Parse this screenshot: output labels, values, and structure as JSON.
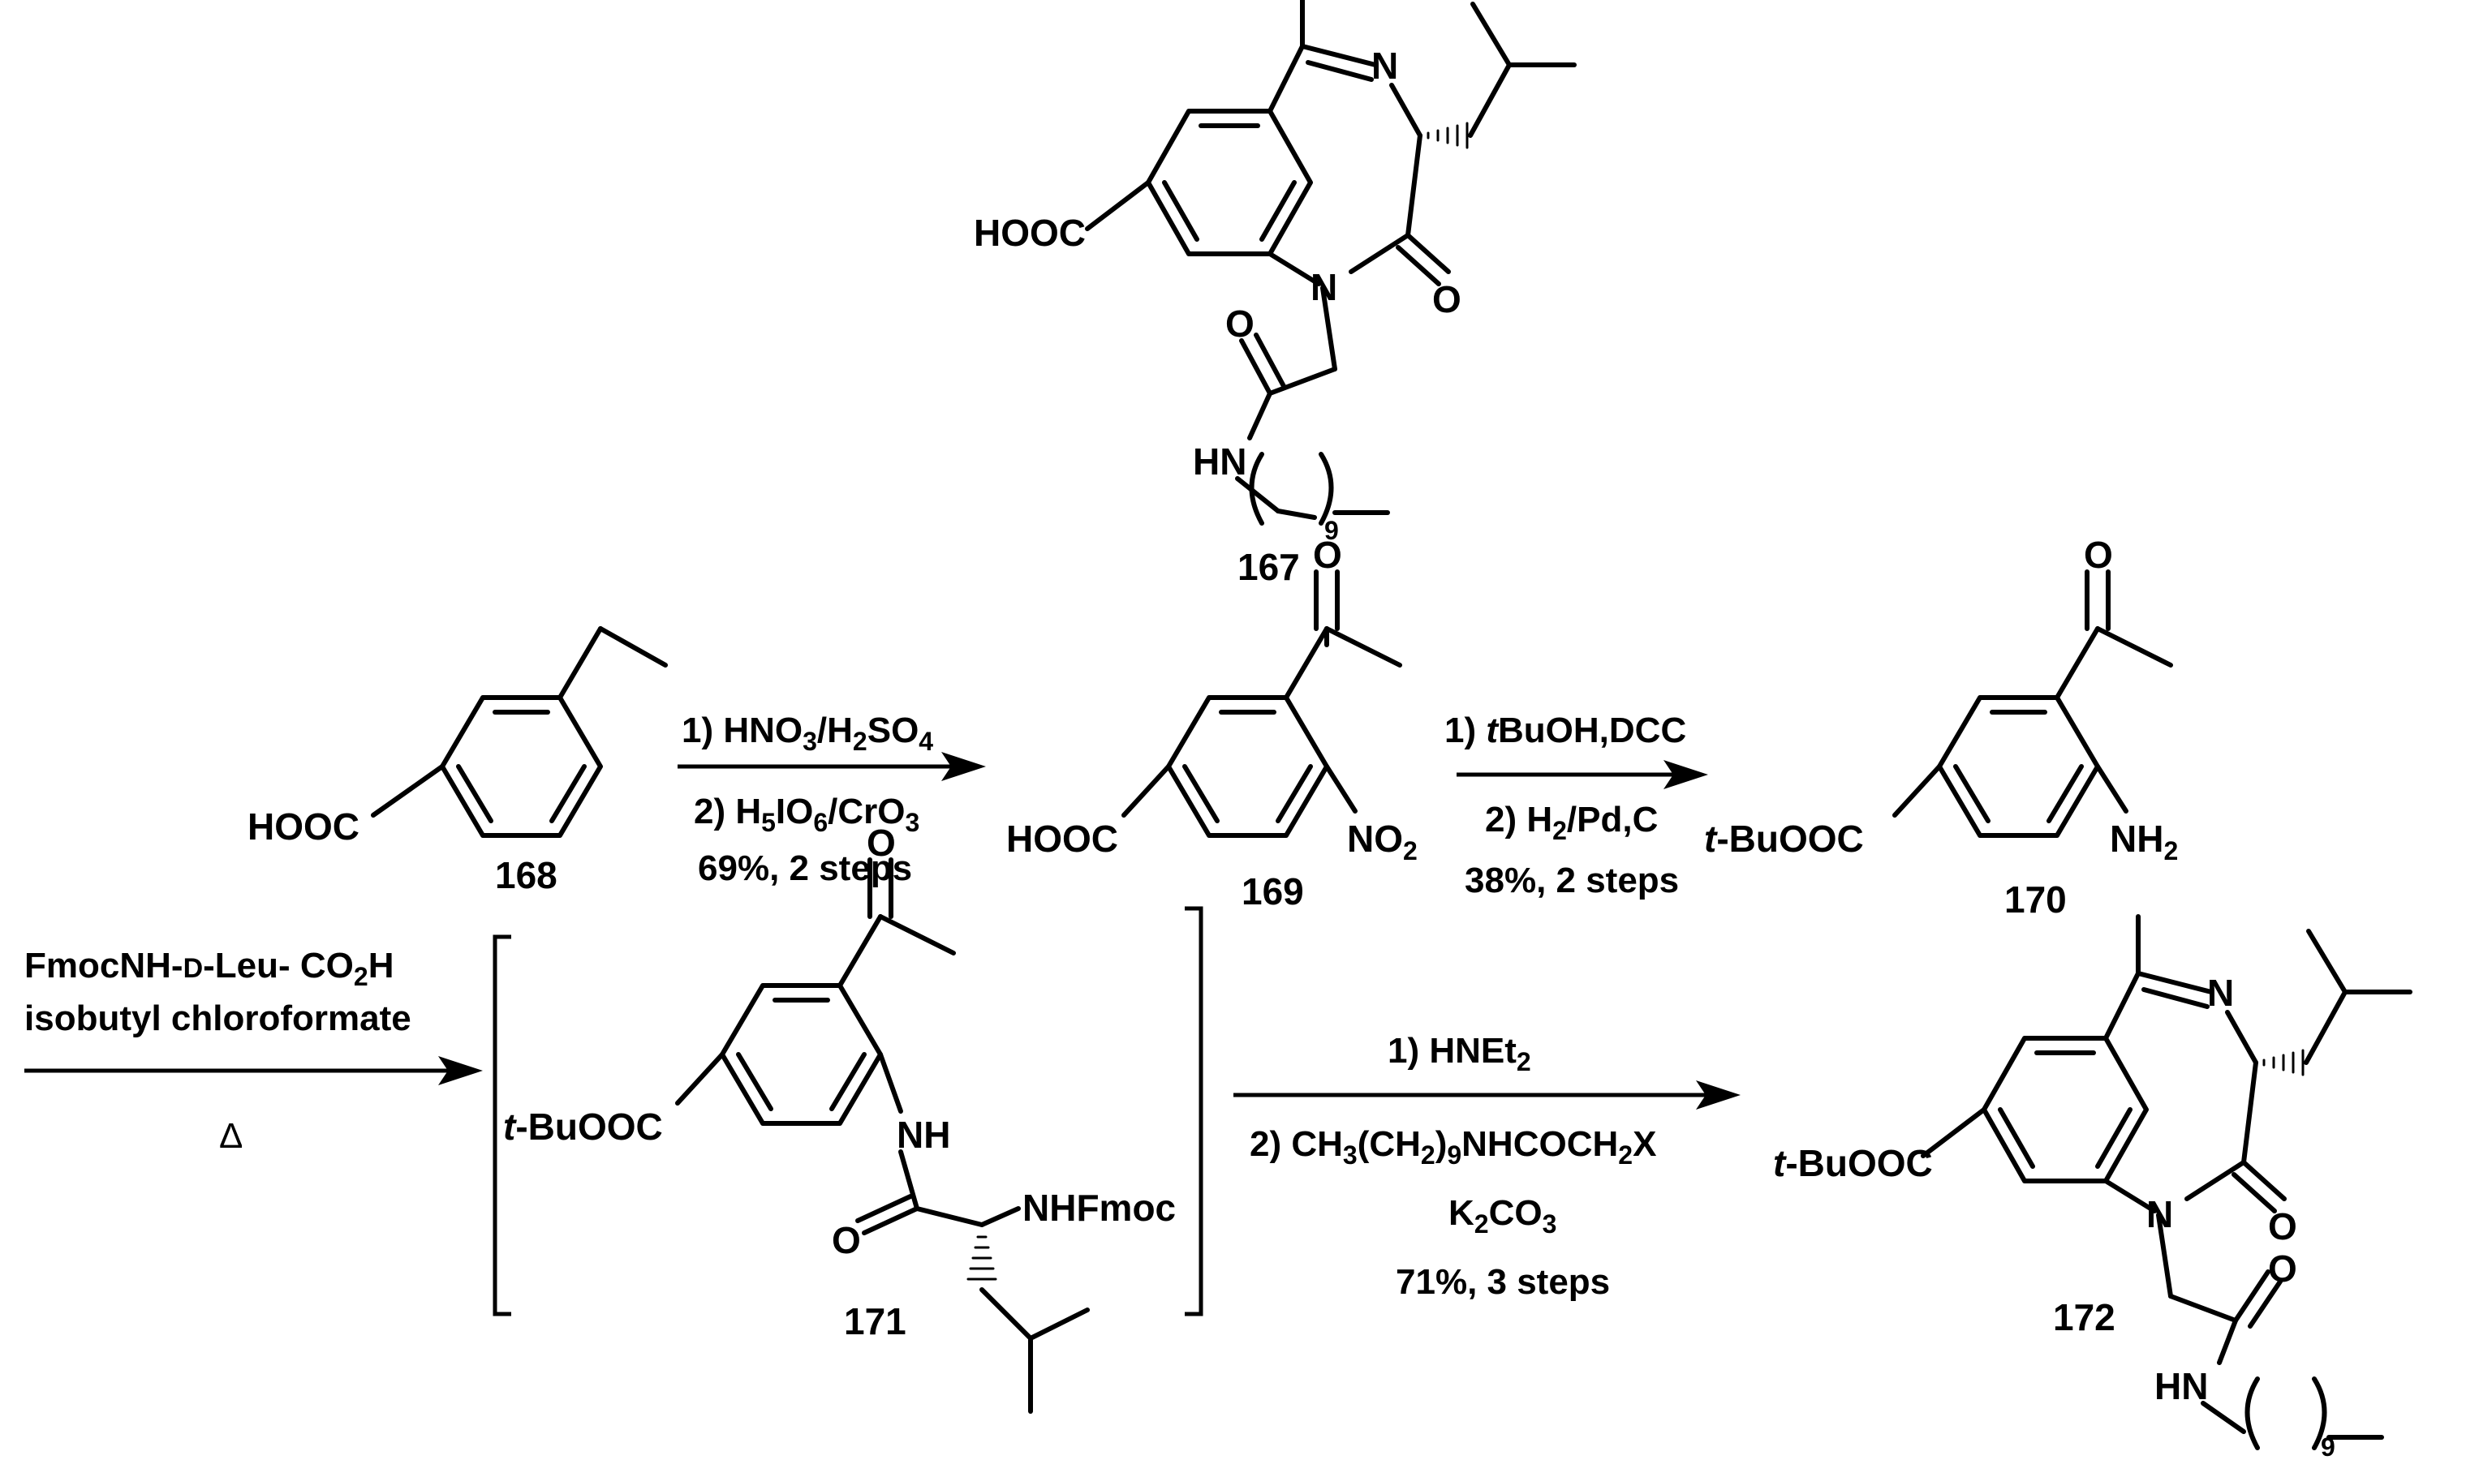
{
  "compounds": {
    "c167": "167",
    "c168": "168",
    "c169": "169",
    "c170": "170",
    "c171": "171",
    "c172": "172"
  },
  "atoms": {
    "hooc": "HOOC",
    "tbu": "t",
    "tbu_rest": "-BuOOC",
    "n": "N",
    "o": "O",
    "hn": "HN",
    "nh": "NH",
    "nh_sub": "2",
    "no": "NO",
    "no_sub": "2",
    "nhfmoc": "NHFmoc",
    "chain_sub": "9"
  },
  "steps": {
    "a1": "1) HNO",
    "a1_s1": "3",
    "a1_mid": "/H",
    "a1_s2": "2",
    "a1_mid2": "SO",
    "a1_s3": "4",
    "a2": "2) H",
    "a2_s1": "5",
    "a2_mid": "IO",
    "a2_s2": "6",
    "a2_mid2": "/CrO",
    "a2_s3": "3",
    "a_yield": "69%, 2 steps",
    "b1_pre": "1) ",
    "b1_it": "t",
    "b1_rest": "BuOH,DCC",
    "b2": "2) H",
    "b2_s1": "2",
    "b2_rest": "/Pd,C",
    "b_yield": "38%, 2 steps",
    "c1": "FmocNH-",
    "c1_sc": "D",
    "c1_rest": "-Leu- CO",
    "c1_s": "2",
    "c1_end": "H",
    "c2": "isobutyl chloroformate",
    "c3": "Δ",
    "d1": "1) HNEt",
    "d1_s": "2",
    "d2": "2) CH",
    "d2_s1": "3",
    "d2_m1": "(CH",
    "d2_s2": "2",
    "d2_m2": ")",
    "d2_s3": "9",
    "d2_m3": "NHCOCH",
    "d2_s4": "2",
    "d2_end": "X",
    "d3": "K",
    "d3_s1": "2",
    "d3_m": "CO",
    "d3_s2": "3",
    "d_yield": "71%, 3 steps"
  }
}
